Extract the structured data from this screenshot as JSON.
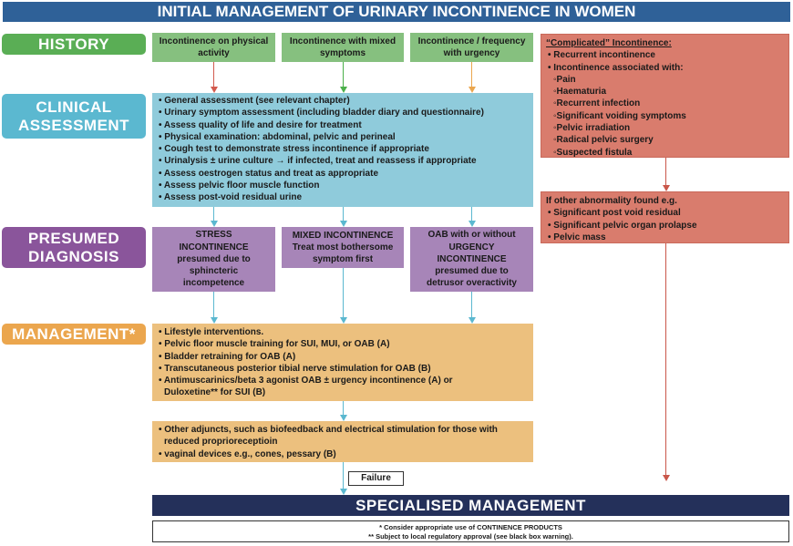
{
  "title": "INITIAL MANAGEMENT OF URINARY INCONTINENCE IN WOMEN",
  "stages": {
    "history": "HISTORY",
    "clinical": "CLINICAL ASSESSMENT",
    "diagnosis": "PRESUMED DIAGNOSIS",
    "management": "MANAGEMENT*"
  },
  "history_boxes": [
    "Incontinence on physical activity",
    "Incontinence with mixed symptoms",
    "Incontinence / frequency with urgency"
  ],
  "complicated": {
    "heading": "“Complicated” Incontinence:",
    "items": [
      "Recurrent incontinence",
      "Incontinence associated with:"
    ],
    "sub_items": [
      "Pain",
      "Haematuria",
      "Recurrent infection",
      "Significant voiding symptoms",
      "Pelvic irradiation",
      "Radical pelvic surgery",
      "Suspected fistula"
    ]
  },
  "other_abnormality": {
    "heading": "If other abnormality found e.g.",
    "items": [
      "Significant post void residual",
      "Significant pelvic organ prolapse",
      "Pelvic mass"
    ]
  },
  "assessment_items": [
    "General assessment (see relevant chapter)",
    "Urinary symptom assessment (including bladder diary and questionnaire)",
    "Assess quality of life and desire for treatment",
    "Physical examination: abdominal, pelvic and perineal",
    "Cough test to demonstrate stress incontinence if appropriate",
    "Urinalysis ± urine culture → if infected, treat and reassess if appropriate",
    "Assess oestrogen status and treat as appropriate",
    "Assess pelvic floor muscle function",
    "Assess post-void residual urine"
  ],
  "diagnosis_boxes": [
    "STRESS INCONTINENCE presumed due to sphincteric incompetence",
    "MIXED INCONTINENCE Treat most bothersome symptom first",
    "OAB with or without URGENCY INCONTINENCE presumed due to detrusor overactivity"
  ],
  "management_items": [
    "Lifestyle interventions.",
    "Pelvic floor muscle training for SUI, MUI, or OAB (A)",
    "Bladder retraining for OAB (A)",
    "Transcutaneous posterior tibial nerve stimulation for OAB (B)",
    "Antimuscarinics/beta 3 agonist OAB ± urgency incontinence (A) or Duloxetine** for SUI (B)"
  ],
  "adjunct_items": [
    "Other adjuncts, such as biofeedback and electrical stimulation for those with reduced proprioreceptioin",
    "vaginal devices e.g., cones, pessary (B)"
  ],
  "failure": "Failure",
  "specialised": "SPECIALISED MANAGEMENT",
  "footnotes": [
    "* Consider appropriate use of CONTINENCE PRODUCTS",
    "** Subject to local regulatory approval (see black box warning)."
  ],
  "colors": {
    "title": "#2f6198",
    "history": "#5aae55",
    "clinical": "#5bb8d0",
    "diagnosis": "#8a559b",
    "management": "#eba64e",
    "specialised": "#24305a"
  }
}
